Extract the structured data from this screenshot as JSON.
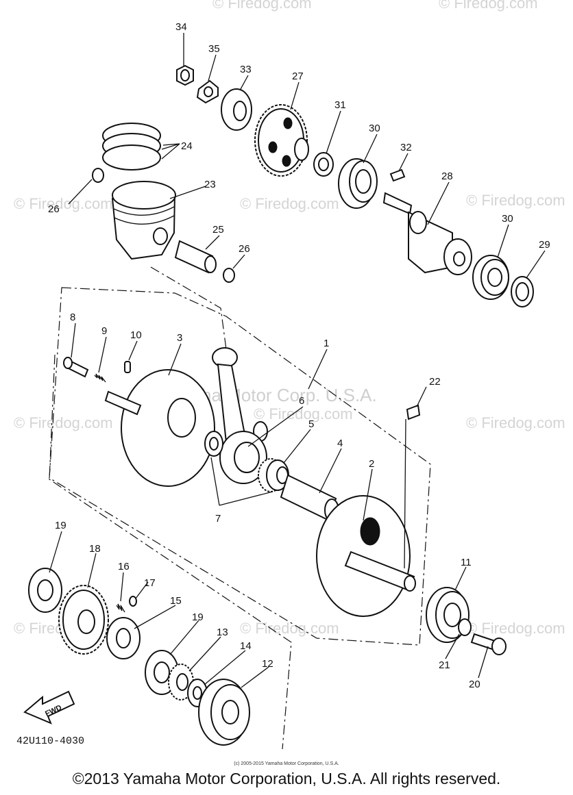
{
  "watermark_text": "© Firedog.com",
  "watermark_center": "Yamaha Motor Corp. U.S.A.",
  "diagram_code": "42U110-4030",
  "fwd_label": "FWD",
  "small_copyright": "(c) 2005-2015 Yamaha Motor Corporation, U.S.A.",
  "footer_copyright": "©2013 Yamaha Motor Corporation, U.S.A. All rights reserved.",
  "callouts": {
    "c1": "1",
    "c2": "2",
    "c3": "3",
    "c4": "4",
    "c5": "5",
    "c6": "6",
    "c7": "7",
    "c8": "8",
    "c9": "9",
    "c10": "10",
    "c11": "11",
    "c12": "12",
    "c13": "13",
    "c14": "14",
    "c15": "15",
    "c16": "16",
    "c17": "17",
    "c18": "18",
    "c19a": "19",
    "c19b": "19",
    "c20": "20",
    "c21": "21",
    "c22": "22",
    "c23": "23",
    "c24": "24",
    "c25": "25",
    "c26a": "26",
    "c26b": "26",
    "c27": "27",
    "c28": "28",
    "c29": "29",
    "c30a": "30",
    "c30b": "30",
    "c31": "31",
    "c32": "32",
    "c33": "33",
    "c34": "34",
    "c35": "35"
  }
}
